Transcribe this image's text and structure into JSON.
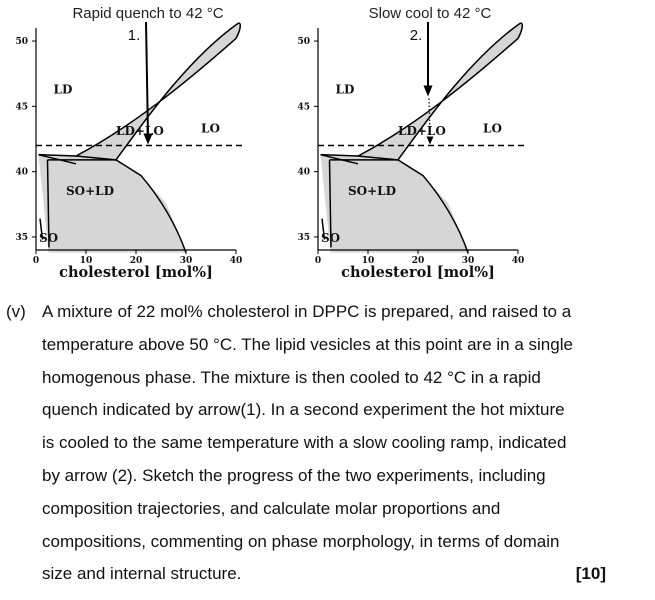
{
  "figures": [
    {
      "caption": "Rapid quench to 42 °C",
      "arrow_number": "1.",
      "descent": "rapid",
      "composition_mol_percent": 22,
      "start_temperature_c": 51,
      "end_temperature_c": 42
    },
    {
      "caption": "Slow cool to 42 °C",
      "arrow_number": "2.",
      "descent": "slow",
      "composition_mol_percent": 22,
      "start_temperature_c": 51,
      "end_temperature_c": 42
    }
  ],
  "axes": {
    "x_label": "cholesterol [mol%]",
    "x_ticks": [
      "0",
      "10",
      "20",
      "30",
      "40"
    ],
    "y_ticks": [
      "35",
      "40",
      "45",
      "50"
    ],
    "x_range": [
      0,
      40
    ],
    "y_range": [
      34,
      51
    ],
    "dashed_line_temperature_c": 42
  },
  "regions": {
    "ld": "LD",
    "lo": "LO",
    "ld_lo": "LD+LO",
    "so_ld": "SO+LD",
    "so": "SO"
  },
  "colors": {
    "two_phase_fill": "#d6d6d6",
    "line": "#000000"
  },
  "question": {
    "marker": "(v)",
    "lines": [
      "A mixture of 22 mol% cholesterol in DPPC is prepared, and raised to a",
      "temperature above 50 °C. The lipid vesicles at this point are in a single",
      "homogenous phase. The mixture is then cooled to 42 °C in a rapid",
      "quench indicated by arrow(1). In a second experiment the hot mixture",
      "is cooled to the same temperature with a slow cooling ramp, indicated",
      "by arrow (2). Sketch the progress of the two experiments, including",
      "composition trajectories, and calculate molar proportions and",
      "compositions, commenting on phase morphology, in terms of domain",
      "size and internal structure."
    ],
    "marks": "[10]"
  }
}
